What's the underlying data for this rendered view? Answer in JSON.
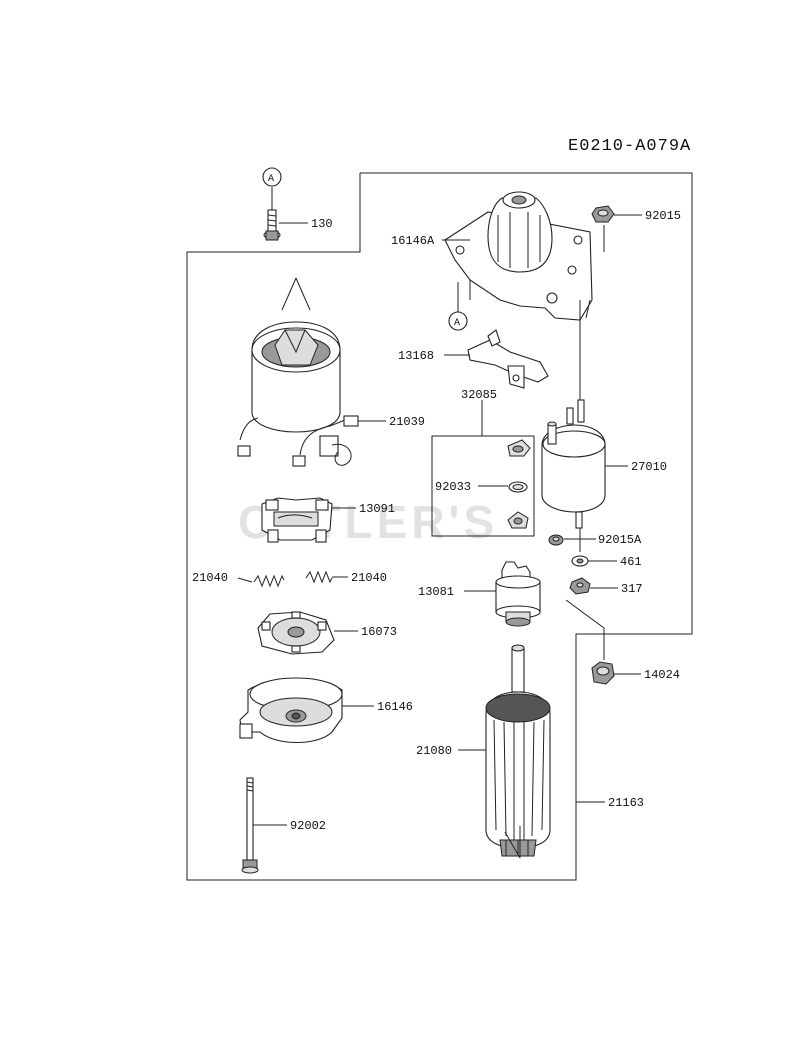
{
  "diagram_code": "E0210-A079A",
  "watermark": "CUTLER'S",
  "callout_letter": "A",
  "parts": {
    "p130": "130",
    "p16146A": "16146A",
    "p92015": "92015",
    "p13168": "13168",
    "p32085": "32085",
    "p21039": "21039",
    "p92033": "92033",
    "p27010": "27010",
    "p13091": "13091",
    "p92015A": "92015A",
    "p461": "461",
    "p21040a": "21040",
    "p21040b": "21040",
    "p317": "317",
    "p13081": "13081",
    "p16073": "16073",
    "p14024": "14024",
    "p16146": "16146",
    "p21080": "21080",
    "p21163": "21163",
    "p92002": "92002"
  }
}
